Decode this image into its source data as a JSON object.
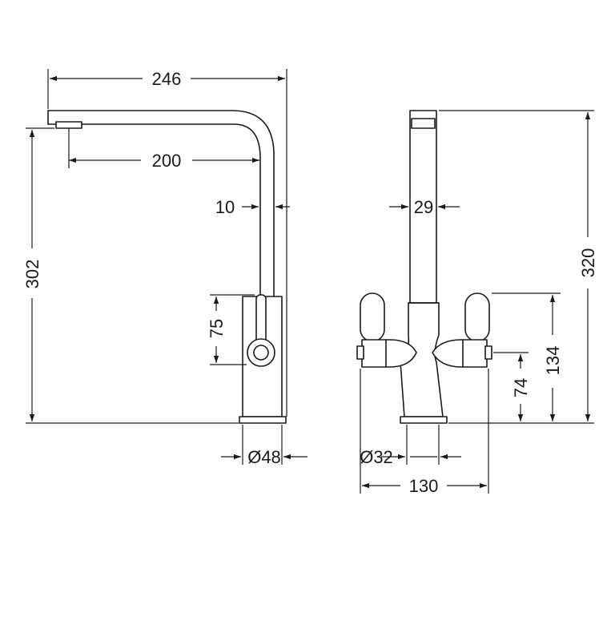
{
  "dimensions": {
    "side_overall_reach": "246",
    "side_spout_reach": "200",
    "side_spout_tube": "10",
    "side_overall_height": "302",
    "side_handle_height": "75",
    "side_base_diameter": "Ø48",
    "front_spout_width": "29",
    "front_overall_height": "320",
    "front_handle_top_height": "134",
    "front_handle_axis_height": "74",
    "front_base_diameter": "Ø32",
    "front_overall_width": "130"
  }
}
